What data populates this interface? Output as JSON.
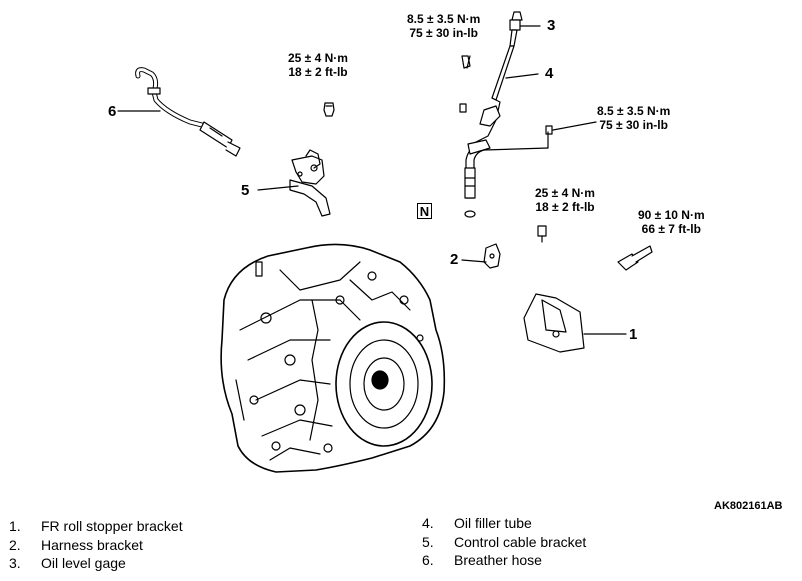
{
  "torques": {
    "t_part_upper": [
      "25 ± 4 N·m",
      "18 ± 2 ft-lb"
    ],
    "t_gage_top": [
      "8.5 ± 3.5 N·m",
      "75 ± 30 in-lb"
    ],
    "t_tube_right": [
      "8.5 ± 3.5 N·m",
      "75 ± 30 in-lb"
    ],
    "t_bracket2": [
      "25 ± 4 N·m",
      "18 ± 2 ft-lb"
    ],
    "t_bolt_right": [
      "90 ± 10 N·m",
      "66 ± 7 ft-lb"
    ]
  },
  "callouts": [
    "1",
    "2",
    "3",
    "4",
    "5",
    "6"
  ],
  "nonreusable_mark": "N",
  "figure_code": "AK802161AB",
  "legend": [
    {
      "num": "1.",
      "text": "FR roll stopper bracket"
    },
    {
      "num": "2.",
      "text": "Harness bracket"
    },
    {
      "num": "3.",
      "text": "Oil level gage"
    },
    {
      "num": "4.",
      "text": "Oil filler tube"
    },
    {
      "num": "5.",
      "text": "Control cable bracket"
    },
    {
      "num": "6.",
      "text": "Breather hose"
    }
  ]
}
